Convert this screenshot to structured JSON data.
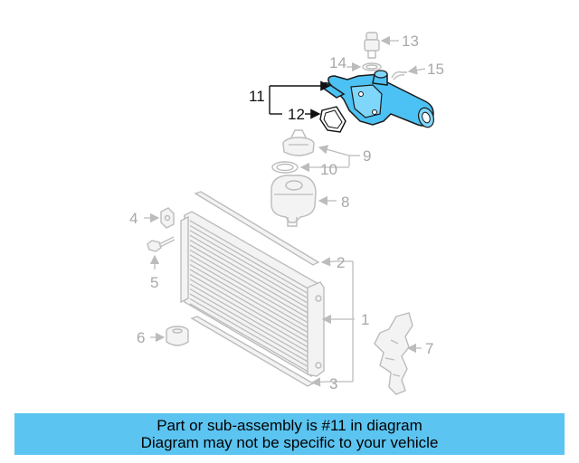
{
  "diagram": {
    "callouts": {
      "c1": "1",
      "c2": "2",
      "c3": "3",
      "c4": "4",
      "c5": "5",
      "c6": "6",
      "c7": "7",
      "c8": "8",
      "c9": "9",
      "c10": "10",
      "c11": "11",
      "c12": "12",
      "c13": "13",
      "c14": "14",
      "c15": "15"
    },
    "highlight_color": "#4cc2f4",
    "dim_color": "#bcbcbc"
  },
  "banner": {
    "line1": "Part or sub-assembly is #11 in diagram",
    "line2": "Diagram may not be specific to your vehicle",
    "color": "#5bc4f1"
  }
}
